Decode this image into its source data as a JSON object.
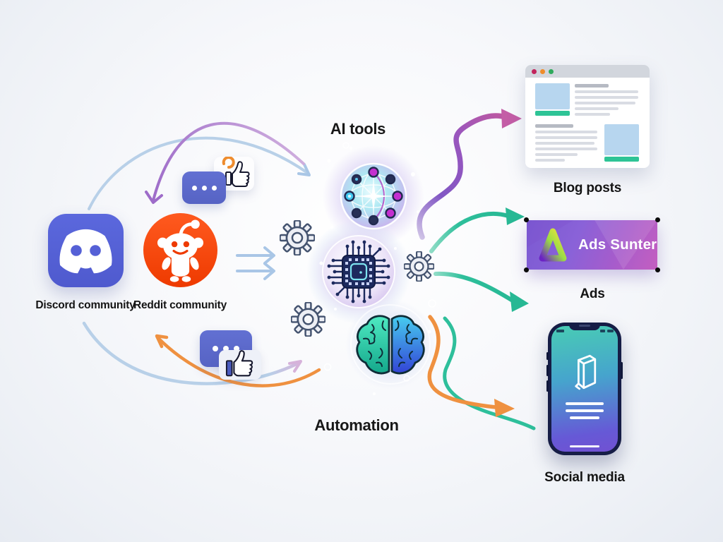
{
  "sources": {
    "discord": {
      "label": "Discord community",
      "icon": "discord-icon",
      "color": "#5865F2"
    },
    "reddit": {
      "label": "Reddit community",
      "icon": "reddit-icon",
      "color": "#FF4502"
    }
  },
  "center": {
    "ai_tools_label": "AI tools",
    "automation_label": "Automation",
    "icons": [
      "neural-network-icon",
      "cpu-chip-icon",
      "brain-icon",
      "gear-icon",
      "gear-icon",
      "gear-icon"
    ]
  },
  "outputs": {
    "blog": {
      "label": "Blog posts",
      "icon": "browser-window-icon"
    },
    "ads": {
      "label": "Ads",
      "banner_text": "Ads Sunter",
      "icon": "ad-banner-icon"
    },
    "social": {
      "label": "Social media",
      "icon": "smartphone-icon"
    }
  },
  "decor_icons": [
    "chat-bubble-icon",
    "thumbs-up-icon",
    "sparkle-dots"
  ],
  "colors": {
    "arrow_blue": "#b8d0e8",
    "arrow_purple": "#a06cc8",
    "arrow_pink": "#c45da6",
    "arrow_teal": "#2ebf9b",
    "arrow_orange": "#ef9140",
    "accent_green": "#2ec496",
    "banner_purple_start": "#7b5ad2",
    "banner_purple_end": "#c45fc0",
    "discord_blue": "#5865F2",
    "reddit_orange": "#FF4502"
  }
}
